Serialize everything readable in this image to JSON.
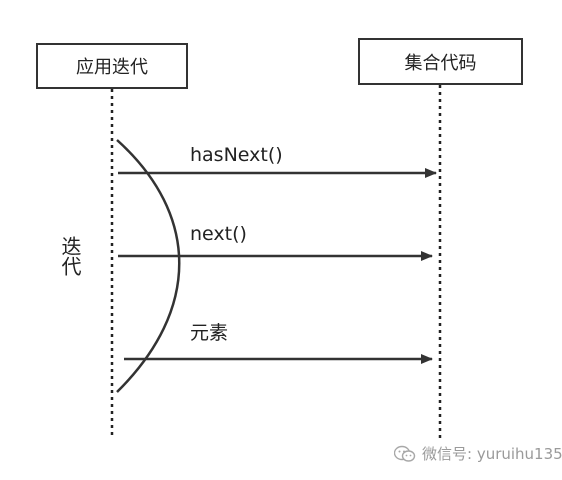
{
  "diagram": {
    "participants": [
      {
        "id": "app",
        "label": "应用迭代"
      },
      {
        "id": "collection",
        "label": "集合代码"
      }
    ],
    "messages": [
      {
        "from": "app",
        "to": "collection",
        "label": "hasNext()"
      },
      {
        "from": "app",
        "to": "collection",
        "label": "next()"
      },
      {
        "from": "app",
        "to": "collection",
        "label": "元素"
      }
    ],
    "loop": {
      "label": "迭代"
    },
    "colors": {
      "line": "#333333",
      "text": "#222222",
      "watermark": "#9a9a9a"
    }
  },
  "watermark": {
    "icon": "wechat-icon",
    "text": "微信号: yuruihu135"
  }
}
